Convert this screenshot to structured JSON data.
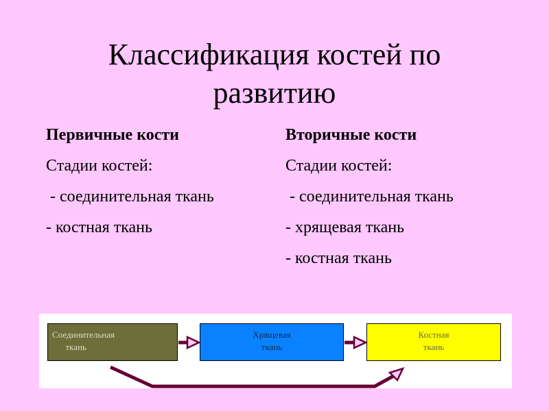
{
  "slide": {
    "title_line1": "Классификация костей по",
    "title_line2": "развитию"
  },
  "left_column": {
    "heading": "Первичные кости",
    "stages_label": "Стадии костей:",
    "items": [
      " - соединительная ткань",
      "- костная ткань"
    ]
  },
  "right_column": {
    "heading": "Вторичные кости",
    "stages_label": "Стадии костей:",
    "items": [
      " - соединительная ткань",
      "- хрящевая ткань",
      "- костная ткань"
    ]
  },
  "diagram": {
    "boxes": [
      {
        "line1": "Соединительная",
        "line2": "      ткань",
        "color": "#6e6e3a"
      },
      {
        "line1": "Хрящевая",
        "line2": "ткань",
        "color": "#0a82ff"
      },
      {
        "line1": "Костная",
        "line2": "ткань",
        "color": "#ffff00"
      }
    ],
    "arrow_color": "#660033"
  },
  "colors": {
    "background": "#ffc8ff",
    "panel": "#ffffff"
  }
}
